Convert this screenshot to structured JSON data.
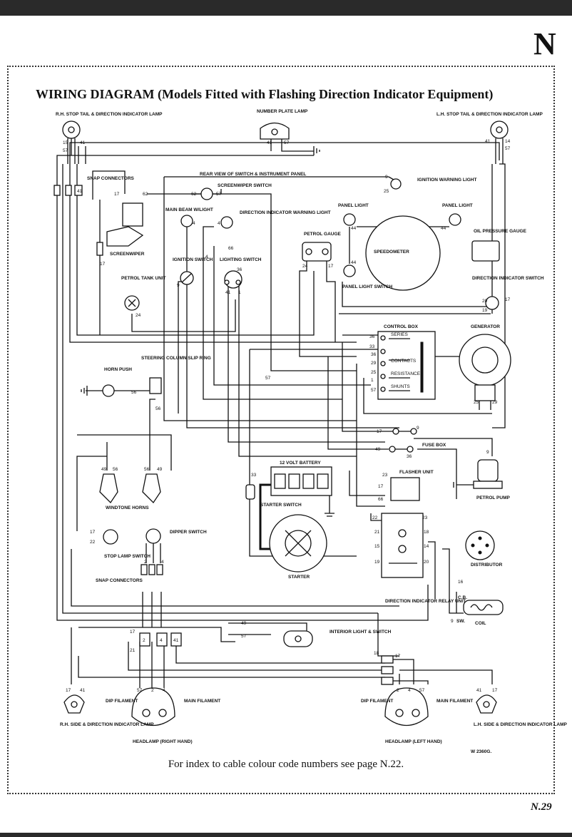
{
  "page": {
    "section_letter": "N",
    "title": "WIRING DIAGRAM (Models Fitted with Flashing Direction Indicator Equipment)",
    "footnote": "For index to cable colour code numbers see page N.22.",
    "page_number": "N.29"
  },
  "labels": {
    "rh_stop_tail": "R.H. STOP TAIL & DIRECTION INDICATOR LAMP",
    "number_plate": "NUMBER PLATE LAMP",
    "lh_stop_tail": "L.H. STOP TAIL & DIRECTION INDICATOR LAMP",
    "snap_connectors_top": "SNAP CONNECTORS",
    "rear_view": "REAR VIEW OF SWITCH & INSTRUMENT PANEL",
    "ignition_warning": "IGNITION WARNING LIGHT",
    "screenwiper_switch": "SCREENWIPER SWITCH",
    "main_beam": "MAIN BEAM W/LIGHT",
    "dir_warning": "DIRECTION INDICATOR WARNING LIGHT",
    "panel_light_l": "PANEL LIGHT",
    "panel_light_r": "PANEL LIGHT",
    "oil_pressure": "OIL PRESSURE GAUGE",
    "screenwiper": "SCREENWIPER",
    "petrol_gauge": "PETROL GAUGE",
    "speedometer": "SPEEDOMETER",
    "ignition_switch": "IGNITION SWITCH",
    "lighting_switch": "LIGHTING SWITCH",
    "petrol_tank": "PETROL TANK UNIT",
    "panel_light_switch": "PANEL LIGHT SWITCH",
    "dir_ind_switch": "DIRECTION INDICATOR SWITCH",
    "control_box": "CONTROL BOX",
    "generator": "GENERATOR",
    "series": "SERIES",
    "contacts": "CONTACTS",
    "resistance": "RESISTANCE",
    "shunts": "SHUNTS",
    "steering_column": "STEERING COLUMN SLIP RING",
    "horn_push": "HORN PUSH",
    "fuse_box": "FUSE BOX",
    "battery": "12 VOLT BATTERY",
    "flasher_unit": "FLASHER UNIT",
    "petrol_pump": "PETROL PUMP",
    "windtone_horns": "WINDTONE HORNS",
    "starter_switch": "STARTER SWITCH",
    "starter": "STARTER",
    "stop_lamp_switch": "STOP LAMP SWITCH",
    "dipper_switch": "DIPPER SWITCH",
    "snap_connectors_low": "SNAP CONNECTORS",
    "distributor": "DISTRIBUTOR",
    "dir_relay": "DIRECTION INDICATOR RELAY UNIT",
    "coil": "COIL",
    "cb": "C.B.",
    "sw": "SW.",
    "interior_light": "INTERIOR LIGHT & SWITCH",
    "dip_filament_l": "DIP FILAMENT",
    "main_filament_l": "MAIN FILAMENT",
    "dip_filament_r": "DIP FILAMENT",
    "main_filament_r": "MAIN FILAMENT",
    "headlamp_rh": "HEADLAMP (RIGHT HAND)",
    "headlamp_lh": "HEADLAMP (LEFT HAND)",
    "rh_side": "R.H. SIDE & DIRECTION INDICATOR LAMP",
    "lh_side": "L.H. SIDE & DIRECTION INDICATOR LAMP",
    "drawing_no": "W 2360G."
  },
  "wire_numbers": {
    "n15": "15",
    "n57": "57",
    "n41": "41",
    "n14": "14",
    "n17": "17",
    "n62": "62",
    "n9": "9",
    "n25": "25",
    "n4": "4",
    "n44": "44",
    "n66": "66",
    "n24": "24",
    "n36": "36",
    "n33": "33",
    "n29": "29",
    "n1": "1",
    "n20": "20",
    "n19": "19",
    "n56": "56",
    "n49": "49",
    "n22": "22",
    "n2": "2",
    "n21": "21",
    "n23": "23",
    "n18": "18",
    "n16": "16"
  }
}
